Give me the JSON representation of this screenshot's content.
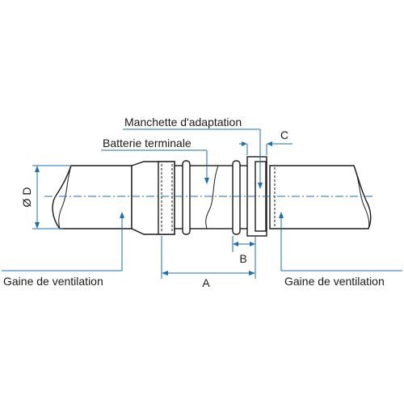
{
  "labels": {
    "manchette": "Manchette d'adaptation",
    "batterie": "Batterie terminale",
    "gaine_left": "Gaine de ventilation",
    "gaine_right": "Gaine de ventilation",
    "dim_a": "A",
    "dim_b": "B",
    "dim_c": "C",
    "dim_d": "Ø D"
  },
  "colors": {
    "line": "#1a1a1a",
    "reference": "#1a6fb5",
    "background": "#ffffff"
  }
}
